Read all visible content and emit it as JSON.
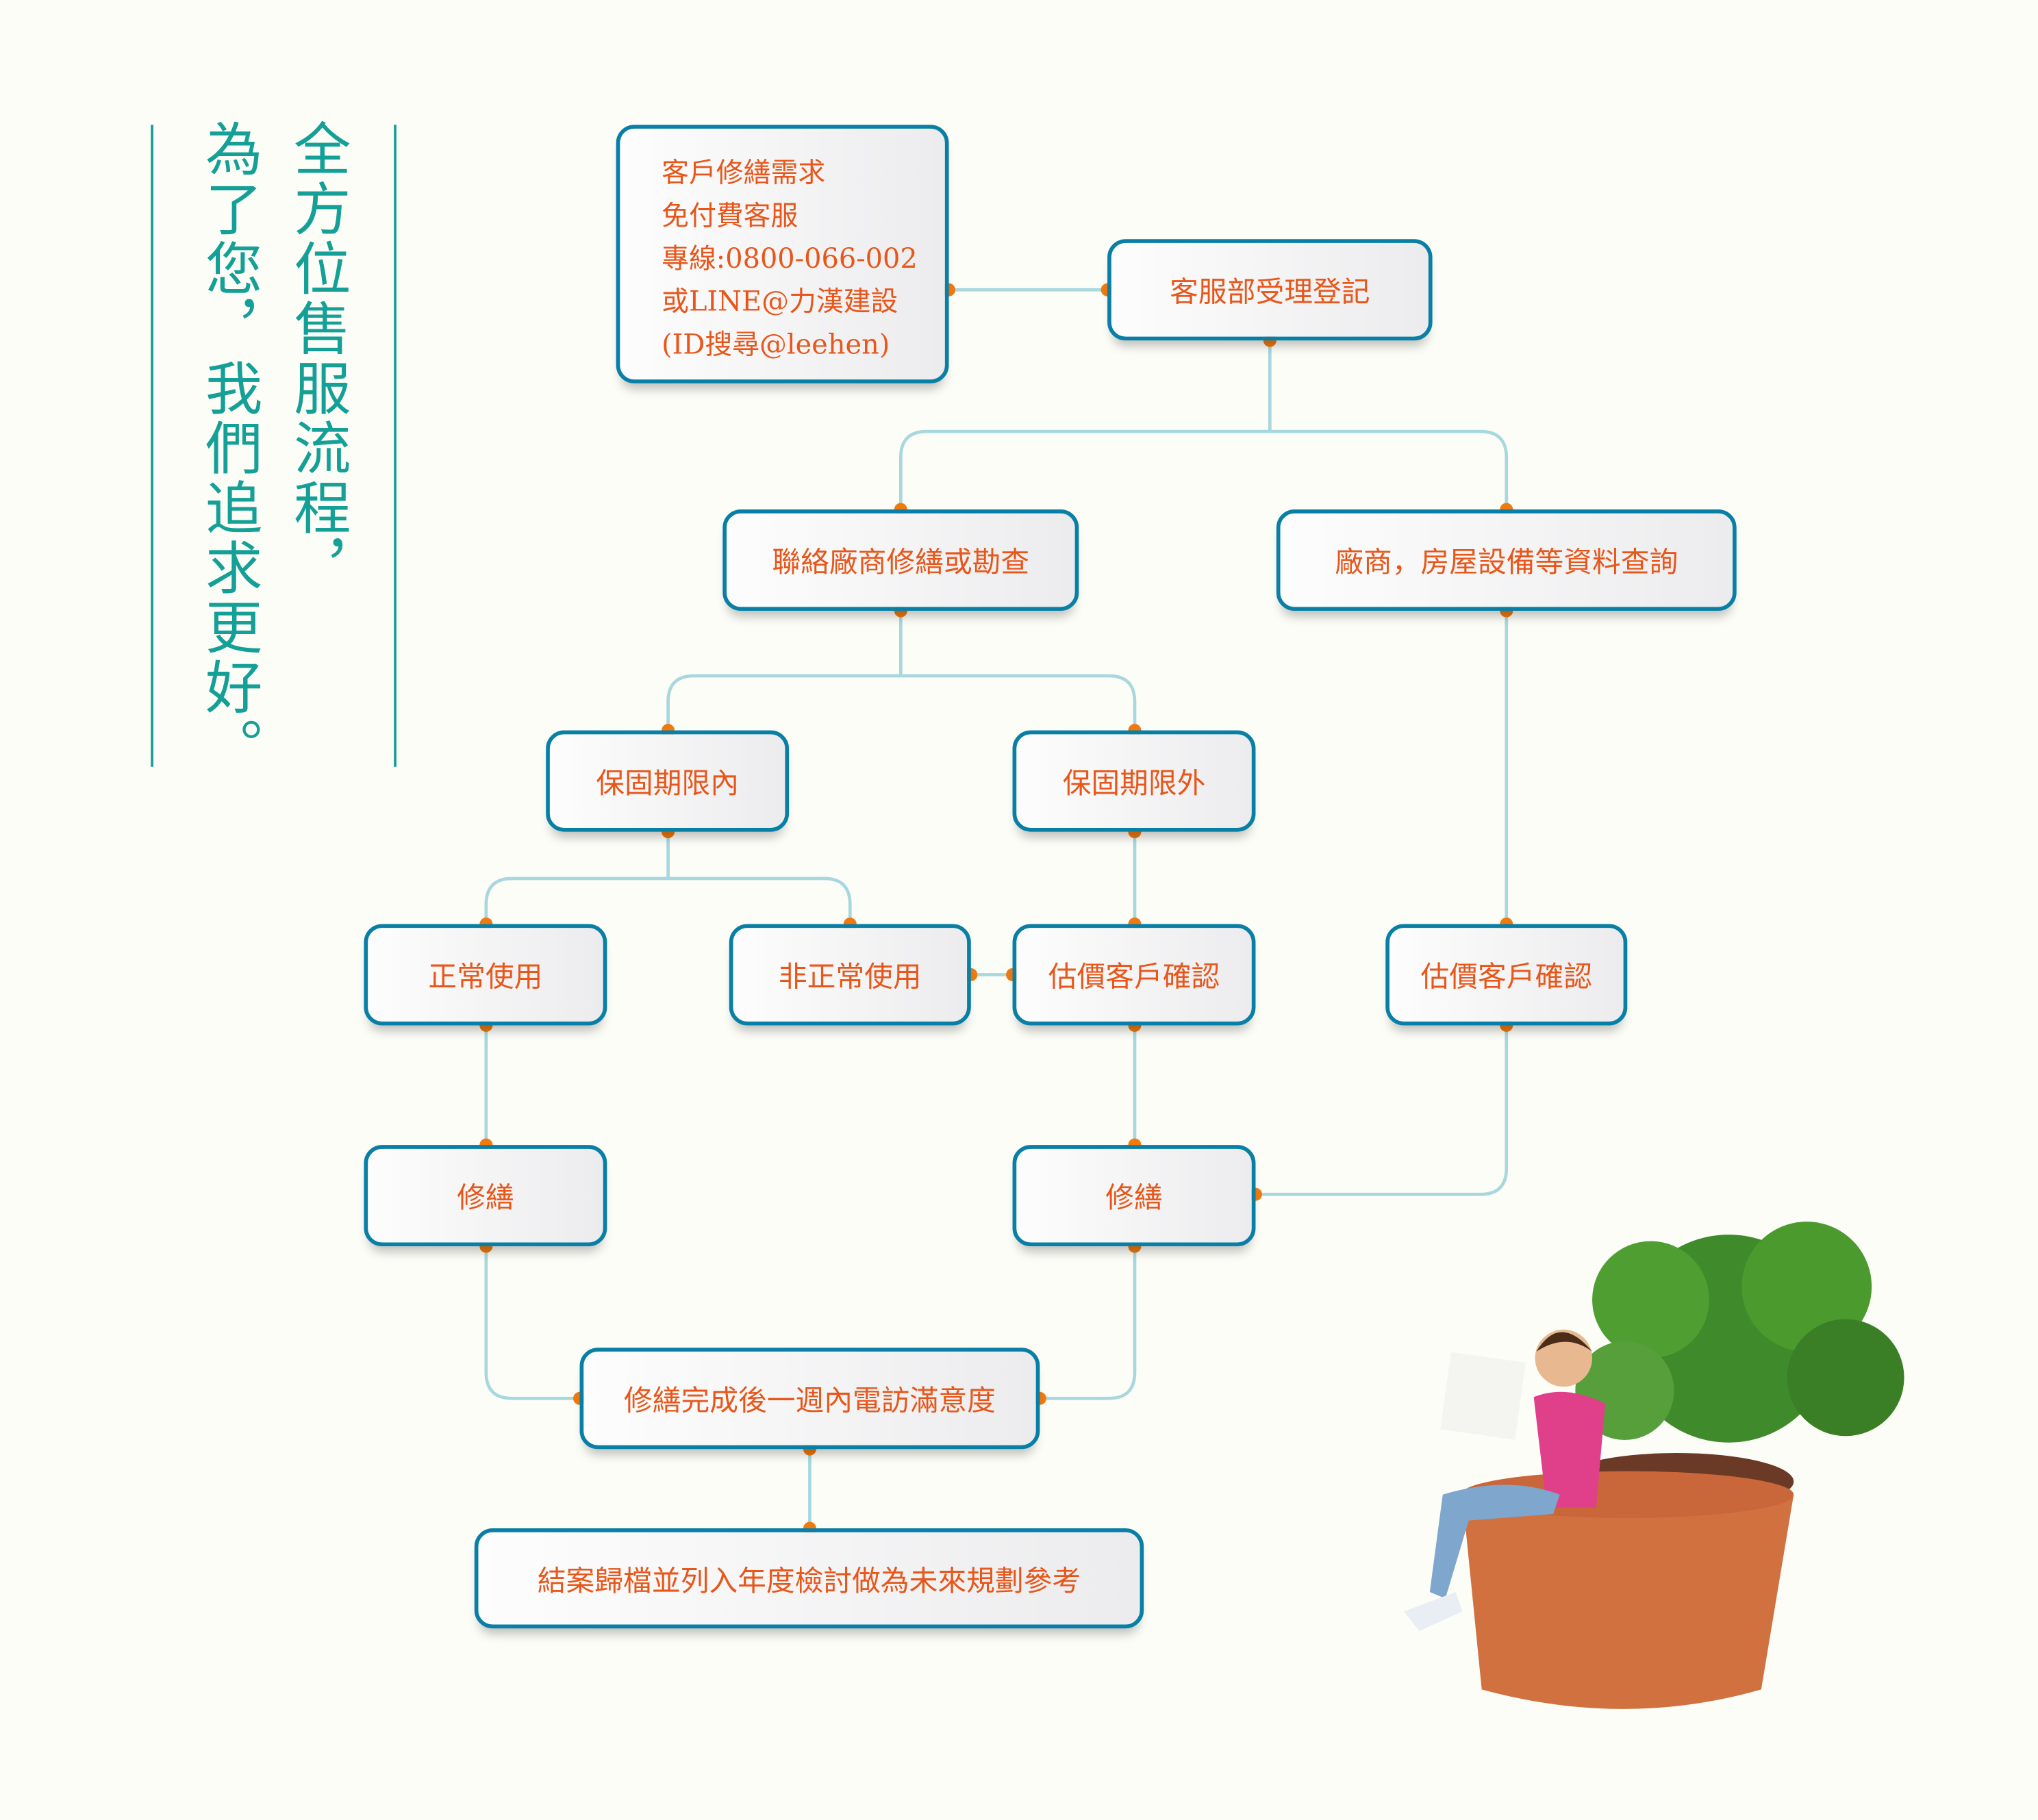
{
  "title": {
    "line1": "全方位售服流程，",
    "line2": "為了您，我們追求更好。"
  },
  "intake": {
    "lines": [
      "客戶修繕需求",
      "免付費客服",
      "專線:0800-066-002",
      "或LINE@力漢建設",
      "(ID搜尋@leehen)"
    ]
  },
  "steps": {
    "register": "客服部受理登記",
    "contact_vendor": "聯絡廠商修繕或勘查",
    "vendor_query": "廠商，房屋設備等資料查詢",
    "in_warranty": "保固期限內",
    "out_warranty": "保固期限外",
    "normal_use": "正常使用",
    "abnormal_use": "非正常使用",
    "quote_confirm_a": "估價客戶確認",
    "quote_confirm_b": "估價客戶確認",
    "repair_a": "修繕",
    "repair_b": "修繕",
    "survey": "修繕完成後一週內電訪滿意度",
    "close": "結案歸檔並列入年度檢討做為未來規劃參考"
  },
  "colors": {
    "accent": "#14a096",
    "border": "#0a7fa6",
    "text": "#e8561a",
    "connector": "#a8d8de",
    "dot": "#f07a10"
  }
}
